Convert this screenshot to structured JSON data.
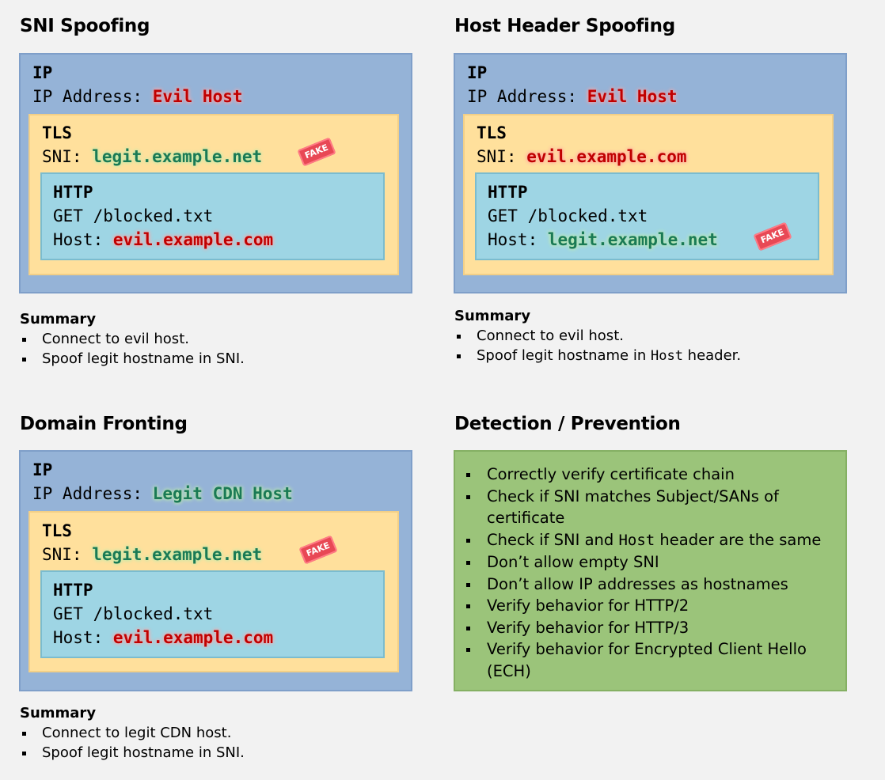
{
  "panels": [
    {
      "title": "SNI Spoofing",
      "ip_heading": "IP",
      "ip_label": "IP Address: ",
      "ip_value": "Evil Host",
      "tls_heading": "TLS",
      "sni_label": "SNI: ",
      "sni_value": "legit.example.net",
      "http_heading": "HTTP",
      "request_line": "GET /blocked.txt",
      "host_label": "Host: ",
      "host_value": "evil.example.com",
      "fake_stamp": "FAKE",
      "summary_title": "Summary",
      "summary": [
        "Connect to evil host.",
        "Spoof legit hostname in SNI."
      ]
    },
    {
      "title": "Host Header Spoofing",
      "ip_heading": "IP",
      "ip_label": "IP Address: ",
      "ip_value": "Evil Host",
      "tls_heading": "TLS",
      "sni_label": "SNI: ",
      "sni_value": "evil.example.com",
      "http_heading": "HTTP",
      "request_line": "GET /blocked.txt",
      "host_label": "Host: ",
      "host_value": "legit.example.net",
      "fake_stamp": "FAKE",
      "summary_title": "Summary",
      "summary_1": "Connect to evil host.",
      "summary_2_pre": "Spoof legit hostname in ",
      "summary_2_code": "Host",
      "summary_2_post": " header."
    },
    {
      "title": "Domain Fronting",
      "ip_heading": "IP",
      "ip_label": "IP Address: ",
      "ip_value": "Legit CDN Host",
      "tls_heading": "TLS",
      "sni_label": "SNI: ",
      "sni_value": "legit.example.net",
      "http_heading": "HTTP",
      "request_line": "GET /blocked.txt",
      "host_label": "Host: ",
      "host_value": "evil.example.com",
      "fake_stamp": "FAKE",
      "summary_title": "Summary",
      "summary": [
        "Connect to legit CDN host.",
        "Spoof legit hostname in SNI."
      ]
    }
  ],
  "detection": {
    "title": "Detection / Prevention",
    "item_1": "Correctly verify certificate chain",
    "item_2": "Check if SNI matches Subject/SANs of certificate",
    "item_3_pre": "Check if SNI and ",
    "item_3_code": "Host",
    "item_3_post": " header are the same",
    "item_4": "Don’t allow empty SNI",
    "item_5": "Don’t allow IP addresses as hostnames",
    "item_6": "Verify behavior for HTTP/2",
    "item_7": "Verify behavior for HTTP/3",
    "item_8": "Verify behavior for Encrypted Client Hello (ECH)"
  },
  "colors": {
    "ip_box": "#95b3d7",
    "tls_box": "#ffe09c",
    "http_box": "#9ed5e4",
    "detection_box": "#9bc47a",
    "evil_text": "#c00000",
    "legit_text": "#1a7a55",
    "fake_stamp": "#e84855"
  }
}
